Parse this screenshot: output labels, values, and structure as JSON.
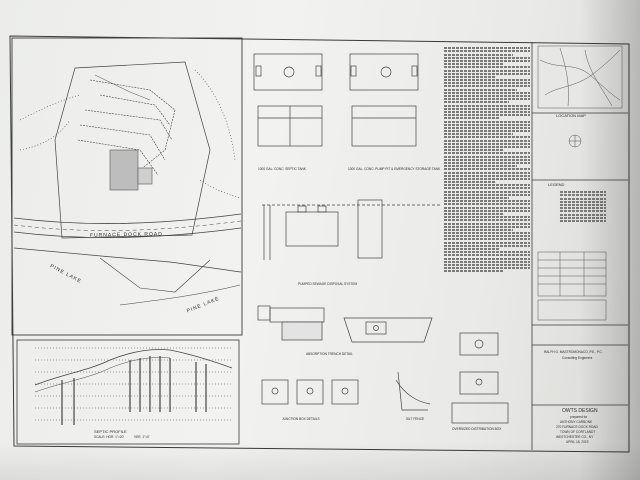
{
  "site_plan": {
    "road_label": "FURNACE DOCK ROAD",
    "lake_label_1": "PINE LAKE",
    "lake_label_2": "PINE LAKE"
  },
  "tanks": {
    "septic_tank_caption": "1000 GAL. CONC. SEPTIC TANK",
    "pump_tank_caption": "1000 GAL. CONC. PUMP PIT & EMERGENCY STORAGE TANK",
    "pump_system_caption": "PUMPED SEWAGE DISPOSAL SYSTEM",
    "absorption_caption": "ABSORPTION TRENCH DETAIL",
    "junction_caption": "JUNCTION BOX DETAILS",
    "silt_caption": "SILT FENCE",
    "distribution_caption": "OVERSIZED DISTRIBUTION BOX"
  },
  "profile": {
    "title": "SEPTIC PROFILE",
    "scale_h": "SCALE: HOR. 1\"=20'",
    "scale_v": "VER. 1\"=5'"
  },
  "sidebar": {
    "location_map_title": "LOCATION MAP",
    "legend_title": "LEGEND",
    "engineer_name": "RALPH G. MASTROMONACO, P.E., P.C.",
    "engineer_sub": "Consulting Engineers",
    "project_title": "OWTS DESIGN",
    "prepared_for": "prepared for",
    "owner": "ANTHONY CARBONE",
    "address": "270 FURNACE DOCK ROAD",
    "town": "TOWN OF CORTLANDT",
    "county": "WESTCHESTER CO., NY",
    "date": "APRIL 18, 2019"
  }
}
